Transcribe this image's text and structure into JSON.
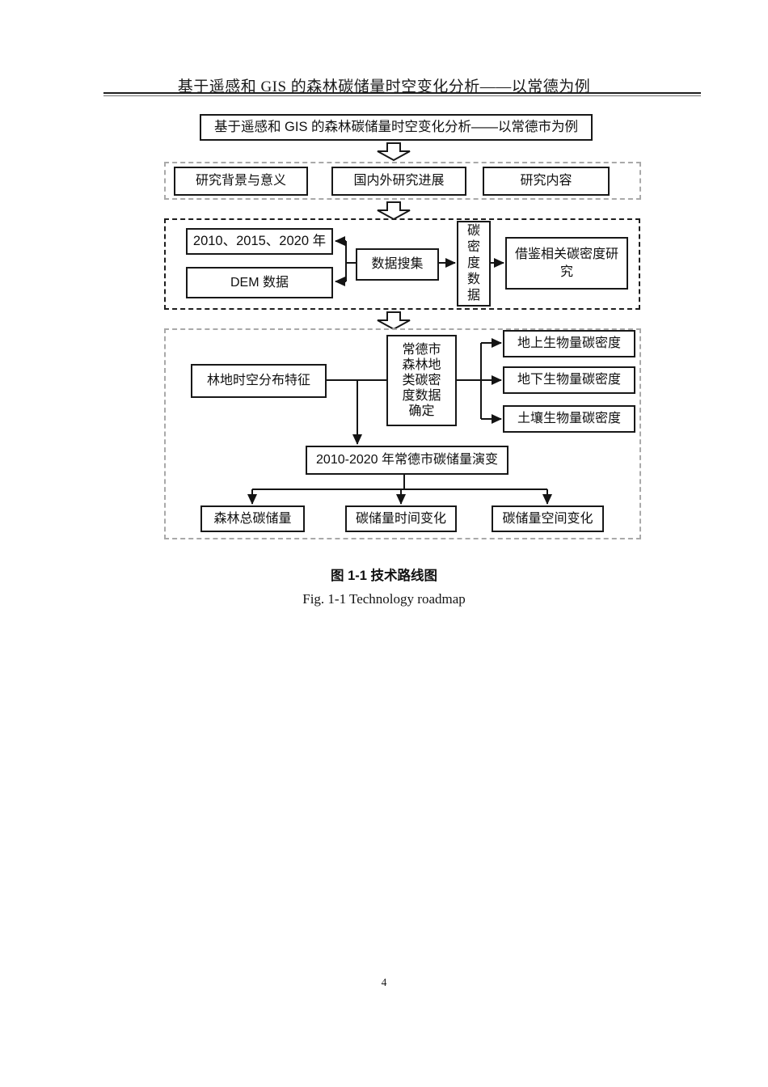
{
  "header": {
    "title": "基于遥感和 GIS 的森林碳储量时空变化分析——以常德为例"
  },
  "flowchart": {
    "title_box": "基于遥感和 GIS 的森林碳储量时空变化分析——以常德市为例",
    "overview": [
      "研究背景与意义",
      "国内外研究进展",
      "研究内容"
    ],
    "years_box": "2010、2015、2020 年",
    "dem_box": "DEM 数据",
    "data_collection": "数据搜集",
    "carbon_density_data": "碳密度数据",
    "reference_study": "借鉴相关碳密度研究",
    "forest_distribution": "林地时空分布特征",
    "density_determination": "常德市森林地类碳密度数据确定",
    "density_outputs": [
      "地上生物量碳密度",
      "地下生物量碳密度",
      "土壤生物量碳密度"
    ],
    "evolution_box": "2010-2020 年常德市碳储量演变",
    "results": [
      "森林总碳储量",
      "碳储量时间变化",
      "碳储量空间变化"
    ]
  },
  "figure": {
    "caption_zh": "图 1-1 技术路线图",
    "caption_en": "Fig. 1-1 Technology roadmap"
  },
  "page_number": "4"
}
